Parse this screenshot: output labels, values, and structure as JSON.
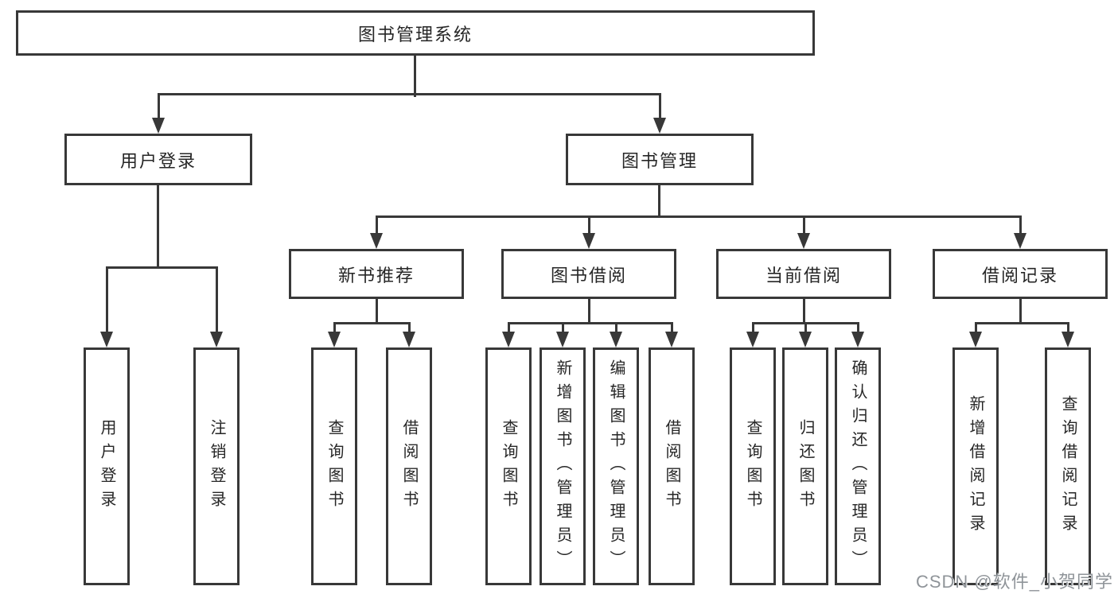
{
  "tree": {
    "label": "图书管理系统",
    "children": [
      {
        "label": "用户登录",
        "children": [
          {
            "label": "用户登录"
          },
          {
            "label": "注销登录"
          }
        ]
      },
      {
        "label": "图书管理",
        "children": [
          {
            "label": "新书推荐",
            "children": [
              {
                "label": "查询图书"
              },
              {
                "label": "借阅图书"
              }
            ]
          },
          {
            "label": "图书借阅",
            "children": [
              {
                "label": "查询图书"
              },
              {
                "label": "新增图书（管理员）"
              },
              {
                "label": "编辑图书（管理员）"
              },
              {
                "label": "借阅图书"
              }
            ]
          },
          {
            "label": "当前借阅",
            "children": [
              {
                "label": "查询图书"
              },
              {
                "label": "归还图书"
              },
              {
                "label": "确认归还（管理员）"
              }
            ]
          },
          {
            "label": "借阅记录",
            "children": [
              {
                "label": "新增借阅记录"
              },
              {
                "label": "查询借阅记录"
              }
            ]
          }
        ]
      }
    ]
  },
  "watermark": {
    "text": "CSDN @软件_小贺同学"
  },
  "colors": {
    "line": "#383838",
    "text": "#262626",
    "background": "#ffffff",
    "watermark": "#8f9499"
  }
}
